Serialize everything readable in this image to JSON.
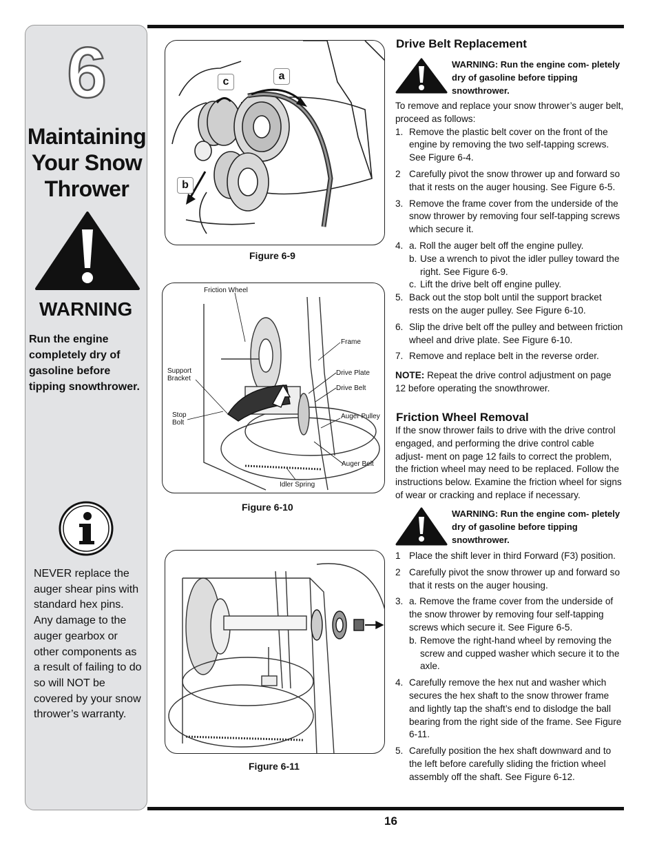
{
  "chapter": {
    "number": "6",
    "title_lines": [
      "Maintaining",
      "Your Snow",
      "Thrower"
    ]
  },
  "sidebar": {
    "warning_heading": "WARNING",
    "warning_text": "Run the engine completely dry of gasoline before tipping snowthrower.",
    "info_text": "NEVER replace the auger shear pins with standard hex pins. Any damage to the auger gearbox or other components as a result of failing to do so will NOT be covered by your snow thrower’s warranty."
  },
  "figures": {
    "fig9": {
      "caption": "Figure 6-9",
      "labels": {
        "a": "a",
        "b": "b",
        "c": "c"
      }
    },
    "fig10": {
      "caption": "Figure 6-10",
      "labels": {
        "friction_wheel": "Friction Wheel",
        "frame": "Frame",
        "support_bracket_1": "Support",
        "support_bracket_2": "Bracket",
        "drive_plate": "Drive Plate",
        "drive_belt": "Drive Belt",
        "stop_bolt_1": "Stop",
        "stop_bolt_2": "Bolt",
        "auger_pulley": "Auger Pulley",
        "auger_belt": "Auger Belt",
        "idler_spring": "Idler Spring"
      }
    },
    "fig11": {
      "caption": "Figure 6-11"
    }
  },
  "drive_belt": {
    "heading": "Drive Belt Replacement",
    "warning": "WARNING: Run the engine com- pletely dry of gasoline before tipping snowthrower.",
    "intro": "To remove and replace your snow thrower’s auger belt, proceed as follows:",
    "steps": [
      {
        "n": "1.",
        "text": "Remove the plastic belt cover on the front of the engine by removing the two self-tapping screws. See Figure 6-4."
      },
      {
        "n": "2",
        "text": "Carefully pivot the snow thrower up and forward so that it rests on the auger housing. See Figure 6-5."
      },
      {
        "n": "3.",
        "text": "Remove the frame cover from the underside of the snow thrower by removing four self-tapping screws which secure it."
      },
      {
        "n": "4.",
        "text": "a.  Roll the auger belt off the engine pulley."
      },
      {
        "n": "b.",
        "text": "Use a wrench to pivot the idler pulley toward the right. See Figure 6-9."
      },
      {
        "n": "c.",
        "text": "Lift the drive belt off engine pulley."
      },
      {
        "n": "5.",
        "text": "Back out the stop bolt until the support bracket rests on the auger pulley. See Figure 6-10."
      },
      {
        "n": "6.",
        "text": "Slip the drive belt off the pulley and between friction wheel and drive plate. See Figure 6-10."
      },
      {
        "n": "7.",
        "text": "Remove and replace belt in the reverse order."
      }
    ],
    "note_label": "NOTE:",
    "note_text": " Repeat the drive control adjustment on page 12 before operating the snowthrower."
  },
  "friction_wheel": {
    "heading": "Friction Wheel Removal",
    "intro": "If the snow thrower fails to drive with the drive control engaged, and performing the drive control cable adjust- ment on page 12 fails to correct the problem, the friction wheel may need to be replaced. Follow the instructions below. Examine the friction wheel for signs of wear or cracking and replace if necessary.",
    "warning": "WARNING: Run the engine com- pletely dry of gasoline before tipping snowthrower.",
    "steps": [
      {
        "n": "1",
        "text": "Place the shift lever in third Forward (F3) position."
      },
      {
        "n": "2",
        "text": "Carefully pivot the snow thrower up and forward so that it rests on the auger housing."
      },
      {
        "n": "3.",
        "text": "a.  Remove the frame cover from the underside of the snow thrower by removing four self-tapping screws which secure it. See Figure 6-5."
      },
      {
        "n": "b.",
        "text": "Remove the right-hand wheel by removing the screw and cupped washer which secure it to the axle."
      },
      {
        "n": "4.",
        "text": "Carefully remove the hex nut and washer which secures the hex shaft to the snow thrower frame and lightly tap the shaft’s end to dislodge the ball bearing from the right side of the frame. See Figure 6-11."
      },
      {
        "n": "5.",
        "text": "Carefully position the hex shaft downward and to the left before carefully sliding the friction wheel assembly off the shaft. See Figure 6-12."
      }
    ]
  },
  "page_number": "16"
}
